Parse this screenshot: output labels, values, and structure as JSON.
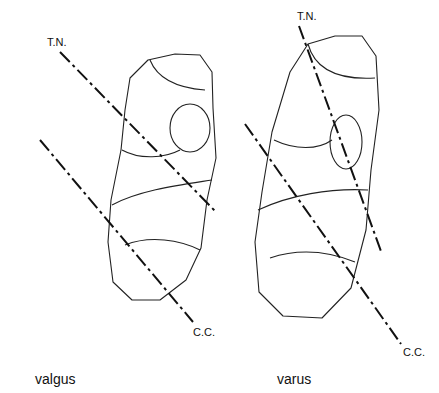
{
  "diagram": {
    "labels": [
      "T.N.",
      "T.N.",
      "C.C.",
      "C.C.",
      "valgus",
      "varus"
    ]
  }
}
